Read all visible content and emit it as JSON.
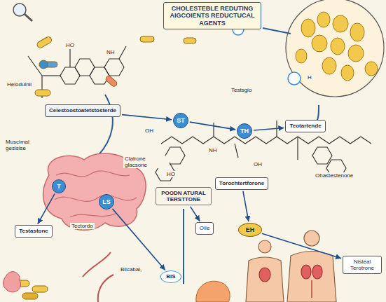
{
  "diagram": {
    "nodes": [
      {
        "text": [
          "CHOLESTEBLE REDUTING AIGCOIENTS REDUCTUCAL AGENTS"
        ]
      },
      {
        "text": [
          "Celestoostoatetstosterde"
        ]
      },
      {
        "text": [
          "ST"
        ]
      },
      {
        "text": [
          "TH"
        ]
      },
      {
        "text": [
          "POODN ATURAL TERSTTONE"
        ]
      },
      {
        "text": [
          "Teotartende"
        ]
      },
      {
        "text": [
          "Torochtertforone"
        ]
      },
      {
        "text": [
          "OIle"
        ]
      },
      {
        "text": [
          "EH"
        ]
      },
      {
        "text": [
          "Testastone"
        ]
      },
      {
        "text": [
          "T"
        ]
      },
      {
        "text": [
          "LS"
        ]
      },
      {
        "text": [
          "Nisteal Terotrone"
        ]
      },
      {
        "text": [
          "BIS"
        ]
      }
    ],
    "edges": [
      {
        "from": 1,
        "to": 2,
        "arrow": "to"
      },
      {
        "from": 2,
        "to": 3,
        "arrow": "to"
      },
      {
        "from": 3,
        "to": 5,
        "arrow": "to"
      },
      {
        "from": 4,
        "to": 7,
        "arrow": "to"
      },
      {
        "from": 6,
        "to": 8,
        "arrow": "to"
      },
      {
        "from": 8,
        "to": 12,
        "arrow": "to"
      },
      {
        "from": 10,
        "to": 9,
        "arrow": "to"
      },
      {
        "from": 11,
        "to": 13,
        "arrow": "to"
      }
    ],
    "labels": [
      "Helodulnil",
      "Muscimal gesisise",
      "Clalrone glacsone",
      "Testsgio",
      "Ohastestenone",
      "Tectordo",
      "Bilcabal,",
      "HO",
      "NH",
      "OH",
      "HO",
      "OH",
      "NH",
      "H"
    ]
  }
}
